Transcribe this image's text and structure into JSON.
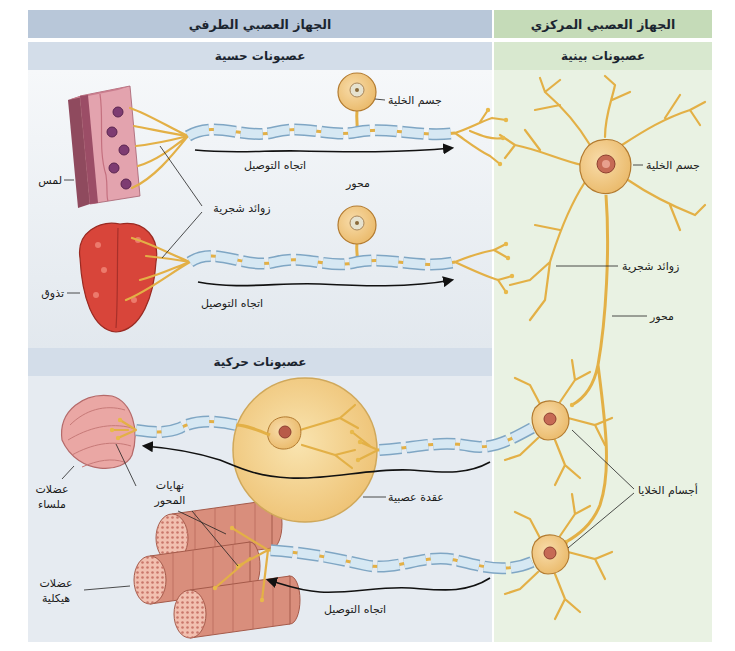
{
  "diagram": {
    "nodes": [
      {
        "text": [
          "الجهاز العصبي المركزي"
        ]
      },
      {
        "text": [
          "عصبونات بينية"
        ],
        "in": 0
      },
      {
        "text": [
          "الجهاز العصبي الطرفي"
        ]
      },
      {
        "text": [
          "عصبونات حسية"
        ],
        "in": 2
      },
      {
        "text": [
          "عصبونات حركية"
        ],
        "in": 2
      }
    ],
    "labels": [
      "جسم الخلية",
      "جسم الخلية",
      "لمس",
      "اتجاه التوصيل",
      "محور",
      "زوائد شجرية",
      "زوائد شجرية",
      "محور",
      "تذوق",
      "اتجاه التوصيل",
      "نهايات المحور",
      "عضلات ملساء",
      "عقدة عصبية",
      "أجسام الخلايا",
      "عضلات هيكلية",
      "اتجاه التوصيل"
    ]
  }
}
